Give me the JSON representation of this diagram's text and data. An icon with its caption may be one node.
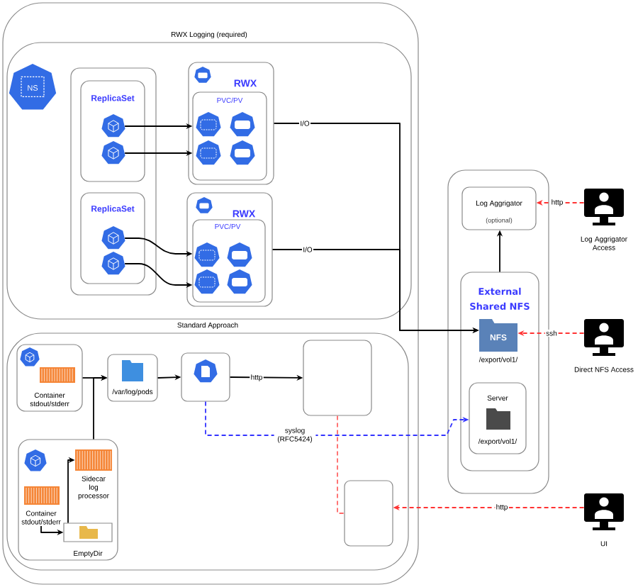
{
  "diagram": {
    "nodes": [
      {
        "text": [],
        "shape": "box"
      },
      {
        "text": [
          "RWX Logging (required)"
        ],
        "in": 0
      },
      {
        "text": [
          "NS"
        ],
        "in": 1
      },
      {
        "text": [],
        "shape": "box",
        "in": 1
      },
      {
        "text": [
          "ReplicaSet"
        ],
        "in": 3
      },
      {
        "text": [],
        "shape": "picture",
        "in": 4
      },
      {
        "text": [],
        "shape": "picture",
        "in": 4
      },
      {
        "text": [
          "ReplicaSet"
        ],
        "in": 3
      },
      {
        "text": [],
        "shape": "picture",
        "in": 7
      },
      {
        "text": [],
        "shape": "picture",
        "in": 7
      },
      {
        "text": [
          "RWX"
        ],
        "in": 1
      },
      {
        "text": [
          "PVC/PV"
        ],
        "in": 10
      },
      {
        "text": [
          "RWX"
        ],
        "in": 1
      },
      {
        "text": [
          "PVC/PV"
        ],
        "in": 12
      },
      {
        "text": [
          "Standard Approach"
        ],
        "in": 0
      },
      {
        "text": [
          "Container stdout/stderr"
        ],
        "in": 14
      },
      {
        "text": [
          "/var/log/pods"
        ],
        "in": 14
      },
      {
        "text": [],
        "shape": "box",
        "in": 14
      },
      {
        "text": [],
        "shape": "box",
        "in": 14
      },
      {
        "text": [],
        "shape": "box",
        "in": 14
      },
      {
        "text": [
          "Container stdout/stderr"
        ],
        "in": 19
      },
      {
        "text": [],
        "shape": "picture",
        "beside": [
          "Sidecar log processor"
        ],
        "in": 19
      },
      {
        "text": [
          "EmptyDir"
        ],
        "in": 19
      },
      {
        "text": [],
        "shape": "box",
        "in": 14
      },
      {
        "text": [],
        "shape": "box"
      },
      {
        "text": [
          "Log Aggrigator",
          "(optional)"
        ],
        "in": 24
      },
      {
        "text": [
          "External Shared NFS"
        ],
        "in": 24
      },
      {
        "text": [
          "NFS"
        ],
        "beside": [
          "/export/vol1/"
        ],
        "in": 26
      },
      {
        "text": [
          "Server",
          "/export/vol1/"
        ],
        "in": 26
      },
      {
        "text": [],
        "shape": "person",
        "beside": [
          "Log Aggrigator Access"
        ]
      },
      {
        "text": [],
        "shape": "person",
        "beside": [
          "Direct NFS Access"
        ]
      },
      {
        "text": [],
        "shape": "person",
        "beside": [
          "UI"
        ]
      }
    ],
    "edges": [
      {
        "from": 5,
        "to": 11,
        "arrow": "to"
      },
      {
        "from": 6,
        "to": 11,
        "arrow": "to"
      },
      {
        "from": 8,
        "to": 13,
        "arrow": "to"
      },
      {
        "from": 9,
        "to": 13,
        "arrow": "to"
      },
      {
        "from": 10,
        "to": 27,
        "arrow": "to",
        "label": "I/O"
      },
      {
        "from": 12,
        "to": 27,
        "arrow": "to",
        "label": "I/O"
      },
      {
        "from": 15,
        "to": 16,
        "arrow": "to"
      },
      {
        "from": 19,
        "to": 16,
        "arrow": "to"
      },
      {
        "from": 16,
        "to": 17,
        "arrow": "to"
      },
      {
        "from": 17,
        "to": 18,
        "arrow": "to",
        "label": "http"
      },
      {
        "from": 17,
        "to": 28,
        "arrow": "to",
        "label": "syslog (RFC5424)",
        "style": "dashed",
        "color": "#3333ff"
      },
      {
        "from": 18,
        "to": 23,
        "arrow": "none",
        "style": "dashed",
        "color": "#ff6666"
      },
      {
        "from": 20,
        "to": 22,
        "arrow": "to"
      },
      {
        "from": 22,
        "to": 21,
        "arrow": "to"
      },
      {
        "from": 26,
        "to": 25,
        "arrow": "to"
      },
      {
        "from": 29,
        "to": 25,
        "arrow": "to",
        "label": "http",
        "style": "dashed",
        "color": "#ff3333"
      },
      {
        "from": 30,
        "to": 27,
        "arrow": "to",
        "label": "ssh",
        "style": "dashed",
        "color": "#ff3333"
      },
      {
        "from": 31,
        "to": 23,
        "arrow": "to",
        "label": "http",
        "style": "dashed",
        "color": "#ff3333"
      }
    ]
  }
}
